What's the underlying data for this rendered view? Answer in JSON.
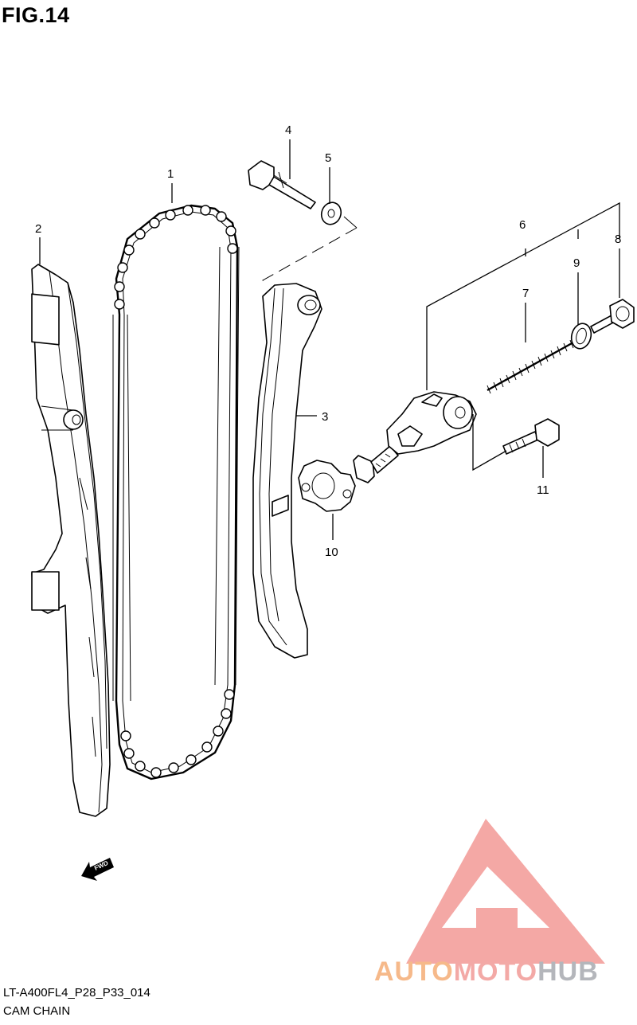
{
  "figure": {
    "title": "FIG.14",
    "code": "LT-A400FL4_P28_P33_014",
    "name": "CAM CHAIN"
  },
  "callouts": [
    {
      "id": "1",
      "label": "1"
    },
    {
      "id": "2",
      "label": "2"
    },
    {
      "id": "3",
      "label": "3"
    },
    {
      "id": "4",
      "label": "4"
    },
    {
      "id": "5",
      "label": "5"
    },
    {
      "id": "6",
      "label": "6"
    },
    {
      "id": "7",
      "label": "7"
    },
    {
      "id": "8",
      "label": "8"
    },
    {
      "id": "9",
      "label": "9"
    },
    {
      "id": "10",
      "label": "10"
    },
    {
      "id": "11",
      "label": "11"
    }
  ],
  "fwd_arrow": {
    "label": "FWD",
    "icon": "fwd-arrow-icon"
  },
  "watermark": {
    "part1": "AUTO",
    "part2": "MOTO",
    "part3": "HUB",
    "colors": {
      "auto": "#f6b98a",
      "moto": "#f3a9a6",
      "hub": "#b4b6bb",
      "triangle": "#f39a96"
    }
  }
}
